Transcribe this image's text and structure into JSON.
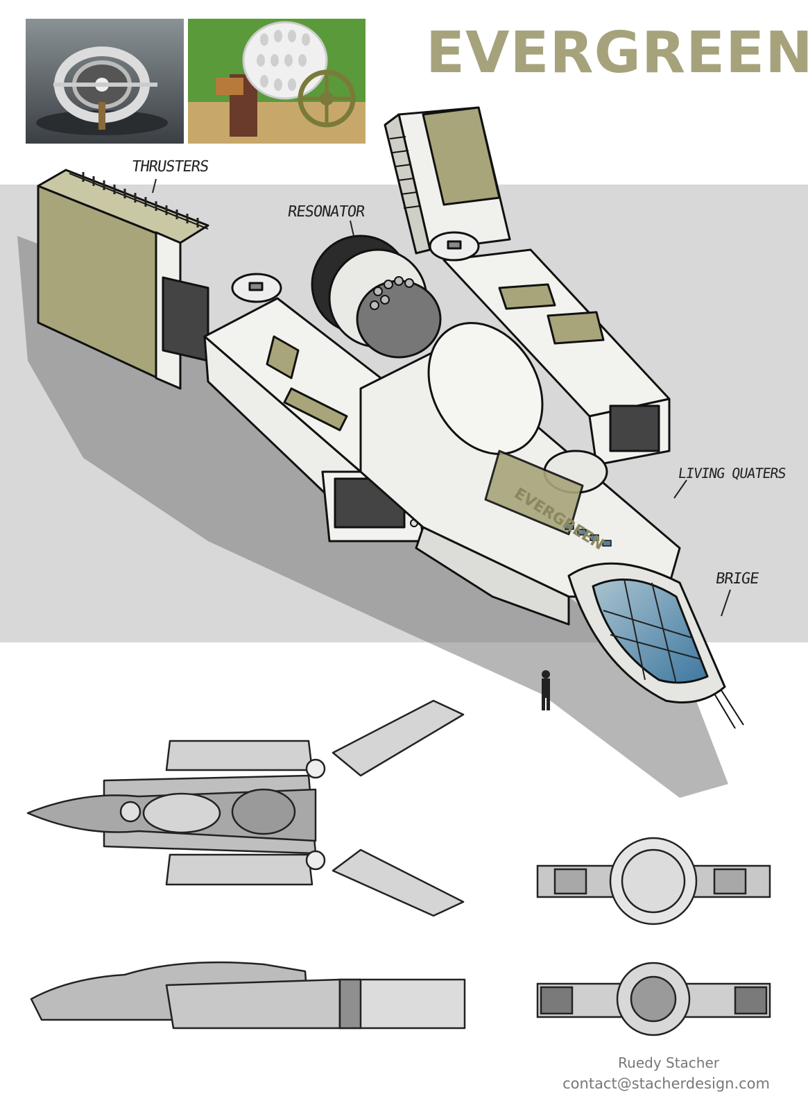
{
  "title": "EVERGREEN",
  "hull_label": "EVERGREEN",
  "annotations": {
    "thrusters": "THRUSTERS",
    "resonator": "RESONATOR",
    "living_quarters": "LIVING QUATERS",
    "bridge": "BRIGE"
  },
  "credit": {
    "name": "Ruedy Stacher",
    "contact": "contact@stacherdesign.com"
  },
  "colors": {
    "accent_olive": "#a6a37c",
    "hull_white": "#f2f2ee",
    "camo_olive": "#a8a57a",
    "band_grey": "#d8d8d8",
    "glass_blue": "#6f9bb8"
  }
}
